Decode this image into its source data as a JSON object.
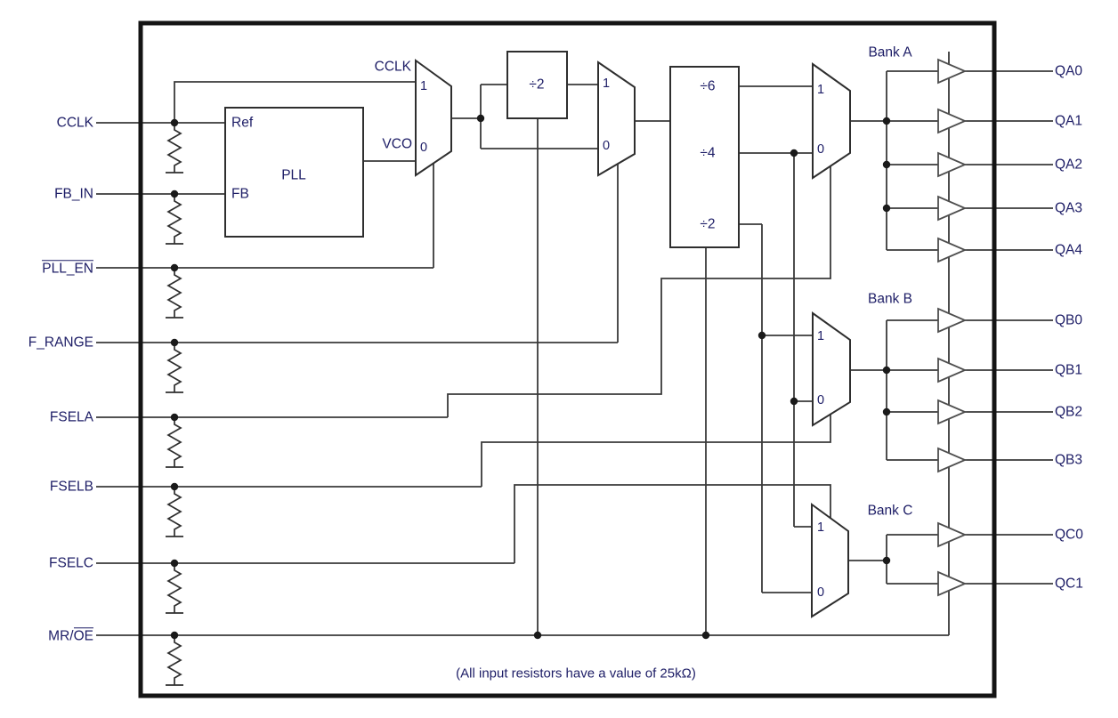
{
  "colors": {
    "wire": "#3a3a3a",
    "buffer_stroke": "#4d4d4d",
    "border": "#141414",
    "text": "#1d1d66",
    "background": "#ffffff"
  },
  "inputs": [
    {
      "pre": "CCLK"
    },
    {
      "pre": "FB_IN"
    },
    {
      "ov": "PLL_EN"
    },
    {
      "pre": "F_RANGE"
    },
    {
      "pre": "FSELA"
    },
    {
      "pre": "FSELB"
    },
    {
      "pre": "FSELC"
    },
    {
      "pre": "MR/",
      "ov": "OE"
    }
  ],
  "pll": {
    "label": "PLL",
    "ref": "Ref",
    "fb": "FB",
    "vco": "VCO",
    "cclk_tap": "CCLK"
  },
  "blocks": {
    "prescaler": "÷2",
    "div6": "÷6",
    "div4": "÷4",
    "div2": "÷2"
  },
  "mux": {
    "one": "1",
    "zero": "0"
  },
  "banks": {
    "a": {
      "label": "Bank A",
      "outputs": [
        "QA0",
        "QA1",
        "QA2",
        "QA3",
        "QA4"
      ]
    },
    "b": {
      "label": "Bank B",
      "outputs": [
        "QB0",
        "QB1",
        "QB2",
        "QB3"
      ]
    },
    "c": {
      "label": "Bank C",
      "outputs": [
        "QC0",
        "QC1"
      ]
    }
  },
  "note": "(All input resistors have a value of 25kΩ)"
}
